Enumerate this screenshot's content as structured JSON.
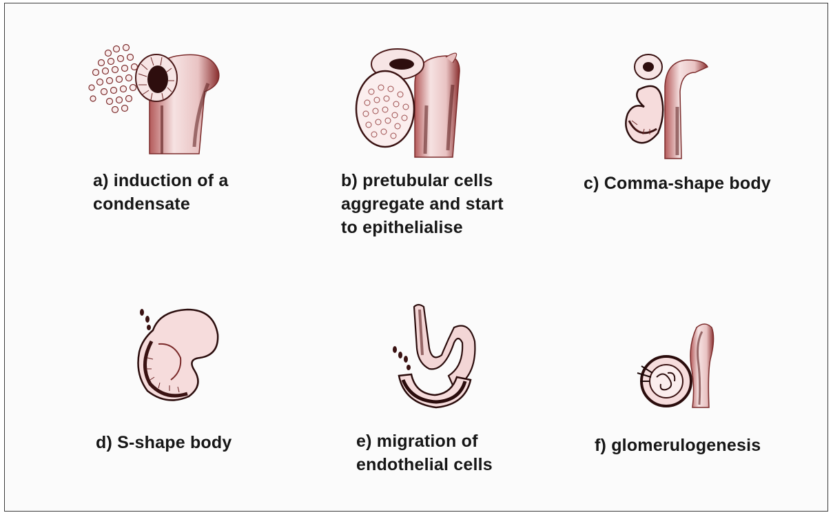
{
  "colors": {
    "tissue_dark": "#3a1414",
    "tissue_mid": "#a84a4a",
    "tissue_light": "#f3dada",
    "cell_fill": "#fbeeee",
    "text": "#161616",
    "border": "#3a3a3a"
  },
  "panels": [
    {
      "id": "a",
      "lines": [
        "a) induction of a",
        "condensate"
      ]
    },
    {
      "id": "b",
      "lines": [
        "b) pretubular cells",
        "aggregate and start",
        "to epithelialise"
      ]
    },
    {
      "id": "c",
      "lines": [
        "c) Comma-shape body"
      ]
    },
    {
      "id": "d",
      "lines": [
        "d) S-shape body"
      ]
    },
    {
      "id": "e",
      "lines": [
        "e) migration of",
        "endothelial cells"
      ]
    },
    {
      "id": "f",
      "lines": [
        "f) glomerulogenesis"
      ]
    }
  ]
}
